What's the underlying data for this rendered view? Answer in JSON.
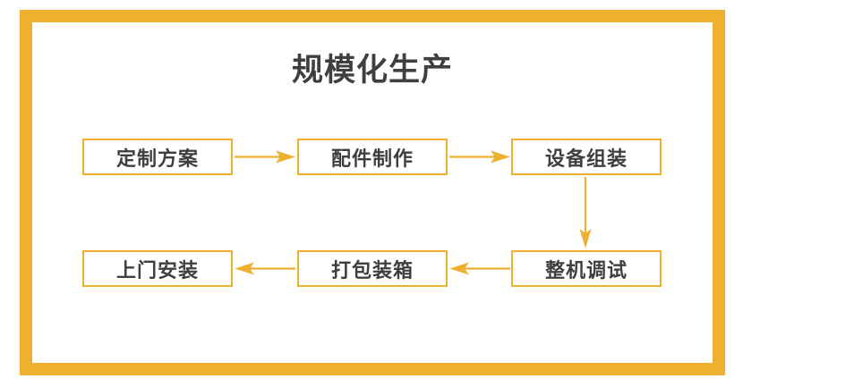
{
  "page": {
    "background_color": "#ffffff",
    "frame_color": "#eeb02f",
    "text_color": "#3f3f3f"
  },
  "title": "规模化生产",
  "flow": {
    "nodes": [
      {
        "id": "node-0",
        "label": "定制方案"
      },
      {
        "id": "node-1",
        "label": "配件制作"
      },
      {
        "id": "node-2",
        "label": "设备组装"
      },
      {
        "id": "node-3",
        "label": "整机调试"
      },
      {
        "id": "node-4",
        "label": "打包装箱"
      },
      {
        "id": "node-5",
        "label": "上门安装"
      }
    ],
    "arrows": [
      {
        "id": "arrow-0",
        "from": "定制方案",
        "to": "配件制作",
        "direction": "right"
      },
      {
        "id": "arrow-1",
        "from": "配件制作",
        "to": "设备组装",
        "direction": "right"
      },
      {
        "id": "arrow-2",
        "from": "设备组装",
        "to": "整机调试",
        "direction": "down"
      },
      {
        "id": "arrow-3",
        "from": "打包装箱",
        "to": "上门安装",
        "direction": "left"
      },
      {
        "id": "arrow-4",
        "from": "整机调试",
        "to": "打包装箱",
        "direction": "left"
      }
    ]
  }
}
